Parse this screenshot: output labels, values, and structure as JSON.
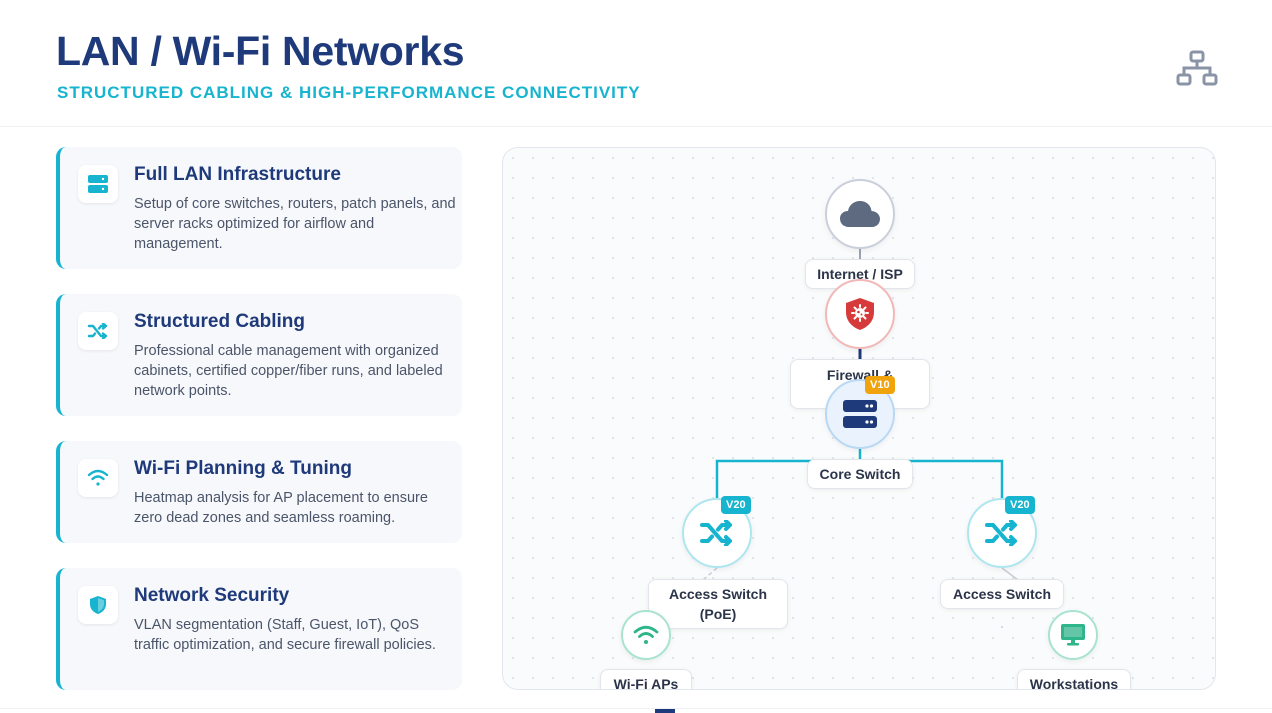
{
  "header": {
    "title": "LAN / Wi-Fi Networks",
    "subtitle": "STRUCTURED CABLING & HIGH-PERFORMANCE CONNECTIVITY"
  },
  "features": [
    {
      "title": "Full LAN Infrastructure",
      "description": "Setup of core switches, routers, patch panels, and server racks optimized for airflow and management.",
      "icon": "server-icon"
    },
    {
      "title": "Structured Cabling",
      "description": "Professional cable management with organized cabinets, certified copper/fiber runs, and labeled network points.",
      "icon": "shuffle-icon"
    },
    {
      "title": "Wi-Fi Planning & Tuning",
      "description": "Heatmap analysis for AP placement to ensure zero dead zones and seamless roaming.",
      "icon": "wifi-icon"
    },
    {
      "title": "Network Security",
      "description": "VLAN segmentation (Staff, Guest, IoT), QoS traffic optimization, and secure firewall policies.",
      "icon": "shield-icon"
    }
  ],
  "diagram": {
    "internet": {
      "label": "Internet / ISP",
      "icon": "cloud-icon"
    },
    "firewall": {
      "label": "Firewall &",
      "icon": "shield-virus-icon"
    },
    "core": {
      "label": "Core Switch",
      "badge": "V10",
      "icon": "server-icon"
    },
    "access_left": {
      "label": "Access Switch (PoE)",
      "badge": "V20",
      "icon": "shuffle-icon"
    },
    "access_right": {
      "label": "Access Switch",
      "badge": "V20",
      "icon": "shuffle-icon"
    },
    "wifi": {
      "label": "Wi-Fi APs",
      "icon": "wifi-icon"
    },
    "workstations": {
      "label": "Workstations",
      "icon": "desktop-icon"
    }
  },
  "colors": {
    "primary": "#1f3a7a",
    "accent": "#17b4cf",
    "firewall": "#d63a3a",
    "badge_core": "#f0a30a",
    "badge_access": "#17b4cf",
    "endpoint": "#2fb58a"
  }
}
